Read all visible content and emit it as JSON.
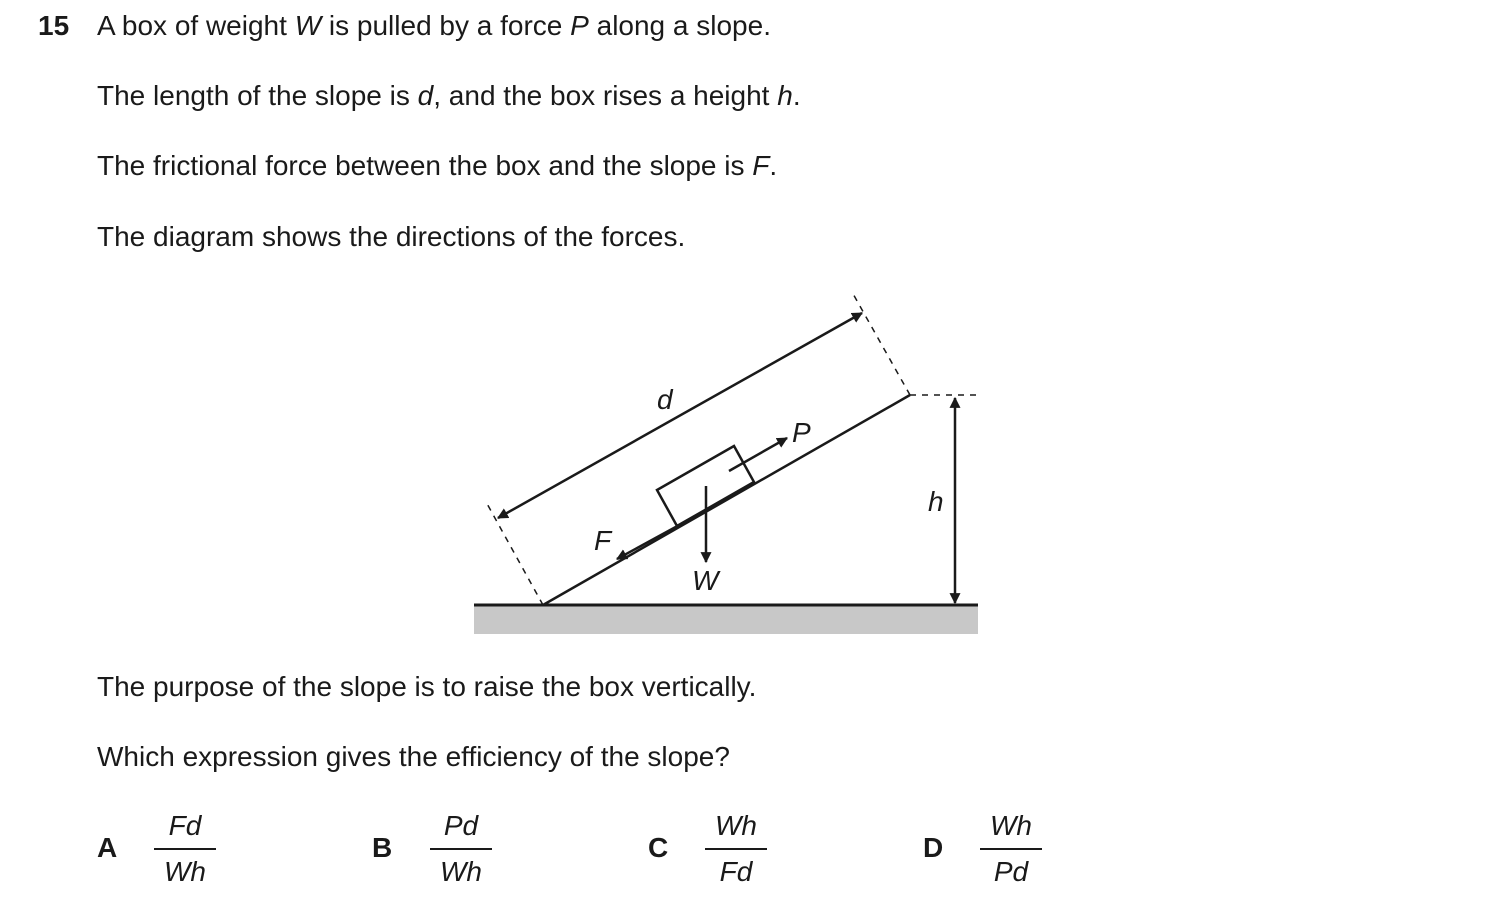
{
  "question": {
    "number": "15",
    "line1": {
      "a": "A box of weight ",
      "v1": "W",
      "b": " is pulled by a force ",
      "v2": "P",
      "c": " along a slope."
    },
    "line2": {
      "a": "The length of the slope is ",
      "v1": "d",
      "b": ", and the box rises a height ",
      "v2": "h",
      "c": "."
    },
    "line3": {
      "a": "The frictional force between the box and the slope is ",
      "v1": "F",
      "b": "."
    },
    "line4": "The diagram shows the directions of the forces.",
    "line5": "The purpose of the slope is to raise the box vertically.",
    "line6": "Which expression gives the efficiency of the slope?"
  },
  "diagram": {
    "labels": {
      "d": "d",
      "P": "P",
      "F": "F",
      "W": "W",
      "h": "h"
    },
    "colors": {
      "ground": "#c8c8c8",
      "line": "#1a1a1a"
    }
  },
  "options": [
    {
      "letter": "A",
      "num": "Fd",
      "den": "Wh"
    },
    {
      "letter": "B",
      "num": "Pd",
      "den": "Wh"
    },
    {
      "letter": "C",
      "num": "Wh",
      "den": "Fd"
    },
    {
      "letter": "D",
      "num": "Wh",
      "den": "Pd"
    }
  ]
}
